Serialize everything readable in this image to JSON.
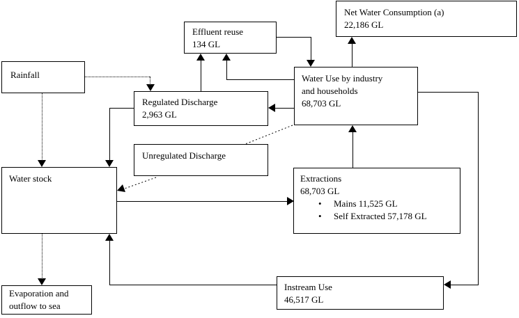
{
  "boxes": {
    "rainfall": {
      "line1": "Rainfall"
    },
    "effluent_reuse": {
      "line1": "Effluent reuse",
      "line2": "134 GL"
    },
    "net_water_consumption": {
      "line1": "Net Water Consumption (a)",
      "line2": "22,186 GL"
    },
    "water_use": {
      "line1": "Water Use by industry",
      "line2": "and households",
      "line3": "68,703 GL"
    },
    "regulated_discharge": {
      "line1": "Regulated Discharge",
      "line2": "2,963 GL"
    },
    "unregulated_discharge": {
      "line1": "Unregulated Discharge"
    },
    "water_stock": {
      "line1": "Water stock"
    },
    "extractions": {
      "line1": "Extractions",
      "line2": "68,703 GL",
      "bullet_glyph": "•",
      "bullets": [
        "Mains 11,525 GL",
        "Self Extracted 57,178 GL"
      ]
    },
    "instream_use": {
      "line1": "Instream Use",
      "line2": "46,517 GL"
    },
    "evaporation": {
      "line1": "Evaporation and",
      "line2": "outflow to sea"
    }
  },
  "connections": [
    {
      "from": "rainfall",
      "to": "regulated-discharge",
      "style": "dotted",
      "arrow": true
    },
    {
      "from": "rainfall",
      "to": "water-stock",
      "style": "dotted",
      "arrow": true
    },
    {
      "from": "regulated-discharge",
      "to": "effluent-reuse",
      "style": "solid",
      "arrow": true
    },
    {
      "from": "water-use",
      "to": "effluent-reuse",
      "style": "solid",
      "arrow": true
    },
    {
      "from": "effluent-reuse",
      "to": "water-use",
      "style": "solid",
      "arrow": true
    },
    {
      "from": "water-use",
      "to": "net-water-consumption",
      "style": "solid",
      "arrow": true
    },
    {
      "from": "water-use",
      "to": "regulated-discharge",
      "style": "solid",
      "arrow": true
    },
    {
      "from": "regulated-discharge",
      "to": "water-stock",
      "style": "solid",
      "arrow": true
    },
    {
      "from": "water-use",
      "to": "unregulated-discharge",
      "style": "dotted",
      "arrow": false
    },
    {
      "from": "unregulated-discharge",
      "to": "water-stock",
      "style": "dotted",
      "arrow": true
    },
    {
      "from": "water-stock",
      "to": "extractions",
      "style": "solid",
      "arrow": true
    },
    {
      "from": "extractions",
      "to": "water-use",
      "style": "solid",
      "arrow": true
    },
    {
      "from": "water-use",
      "to": "instream-use",
      "style": "solid",
      "arrow": true
    },
    {
      "from": "instream-use",
      "to": "water-stock",
      "style": "solid",
      "arrow": true
    },
    {
      "from": "water-stock",
      "to": "evaporation-outflow",
      "style": "dotted",
      "arrow": true
    }
  ],
  "colors": {
    "line": "#000000",
    "background": "#ffffff",
    "box_fill": "#ffffff",
    "text": "#000000"
  }
}
